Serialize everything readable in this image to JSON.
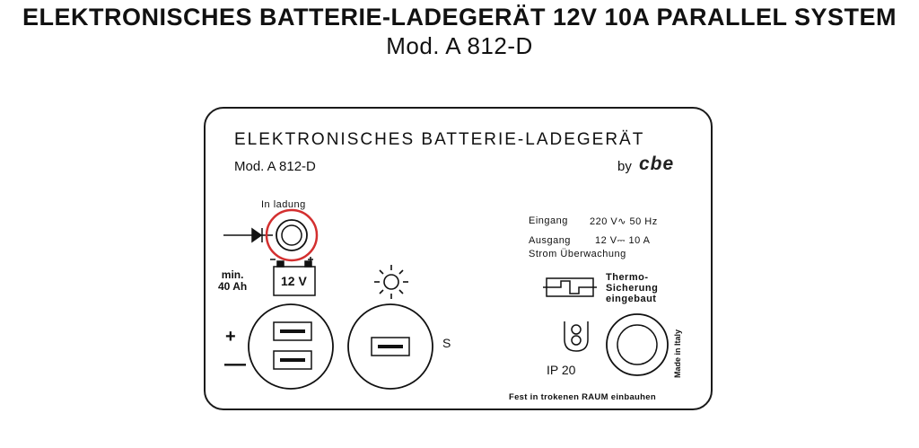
{
  "document": {
    "heading": "ELEKTRONISCHES BATTERIE-LADEGERÄT   12V  10A PARALLEL SYSTEM",
    "subheading": "Mod. A 812-D"
  },
  "plate": {
    "title": "ELEKTRONISCHES BATTERIE-LADEGERÄT",
    "model": "Mod. A 812-D",
    "by": "by",
    "brand": "cbe",
    "charging_label": "In ladung",
    "min_capacity": "min.\n40 Ah",
    "battery_voltage": "12 V",
    "specs": {
      "input_label": "Eingang",
      "input_value": "220 V∿ 50 Hz",
      "output_label": "Ausgang",
      "output_value": "12 V⎓ 10 A",
      "control": "Strom  Überwachung"
    },
    "thermal_fuse": "Thermo-\nSicherung\neingebaut",
    "plus": "+",
    "minus": "—",
    "switch_label": "S",
    "protection": "IP 20",
    "made_in": "Made in Italy",
    "footer": "Fest in trokenen RAUM einbauhen"
  },
  "colors": {
    "ink": "#111111",
    "highlight_ring": "#d32f2f"
  }
}
